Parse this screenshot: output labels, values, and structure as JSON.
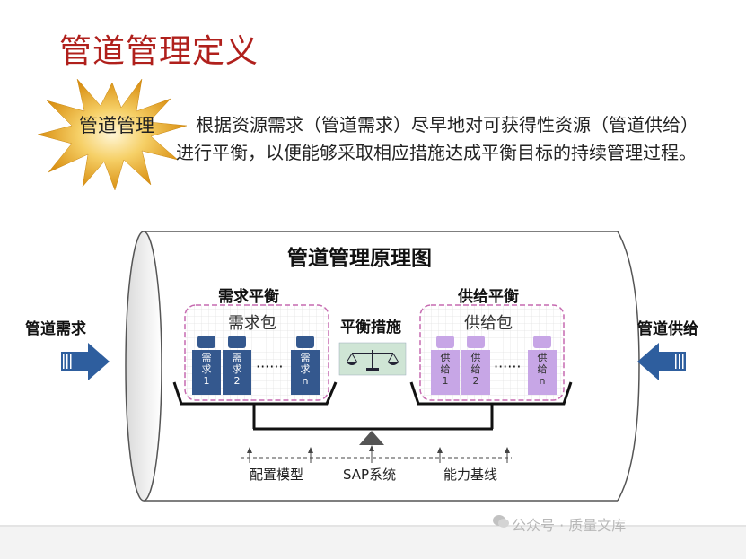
{
  "slide": {
    "title": "管道管理定义",
    "badge_label": "管道管理",
    "definition": "根据资源需求（管道需求）尽早地对可获得性资源（管道供给）进行平衡，以便能够采取相应措施达成平衡目标的持续管理过程。"
  },
  "diagram": {
    "title": "管道管理原理图",
    "left_input": "管道需求",
    "right_input": "管道供给",
    "center_label": "平衡措施",
    "demand": {
      "section_title": "需求平衡",
      "package_title": "需求包",
      "weights": [
        {
          "text": "需求",
          "num": "1"
        },
        {
          "text": "需求",
          "num": "2"
        },
        {
          "text": "需求",
          "num": "n"
        }
      ],
      "color": "#34588e"
    },
    "supply": {
      "section_title": "供给平衡",
      "package_title": "供给包",
      "weights": [
        {
          "text": "供给",
          "num": "1"
        },
        {
          "text": "供给",
          "num": "2"
        },
        {
          "text": "供给",
          "num": "n"
        }
      ],
      "color": "#c7a6e6"
    },
    "bottom_labels": [
      "配置模型",
      "SAP系统",
      "能力基线"
    ]
  },
  "watermark": "公众号 · 质量文库",
  "colors": {
    "title": "#b0201c",
    "arrow": "#2e5e9e",
    "package_border": "#c66ab0",
    "burst": "#e2a21c"
  }
}
